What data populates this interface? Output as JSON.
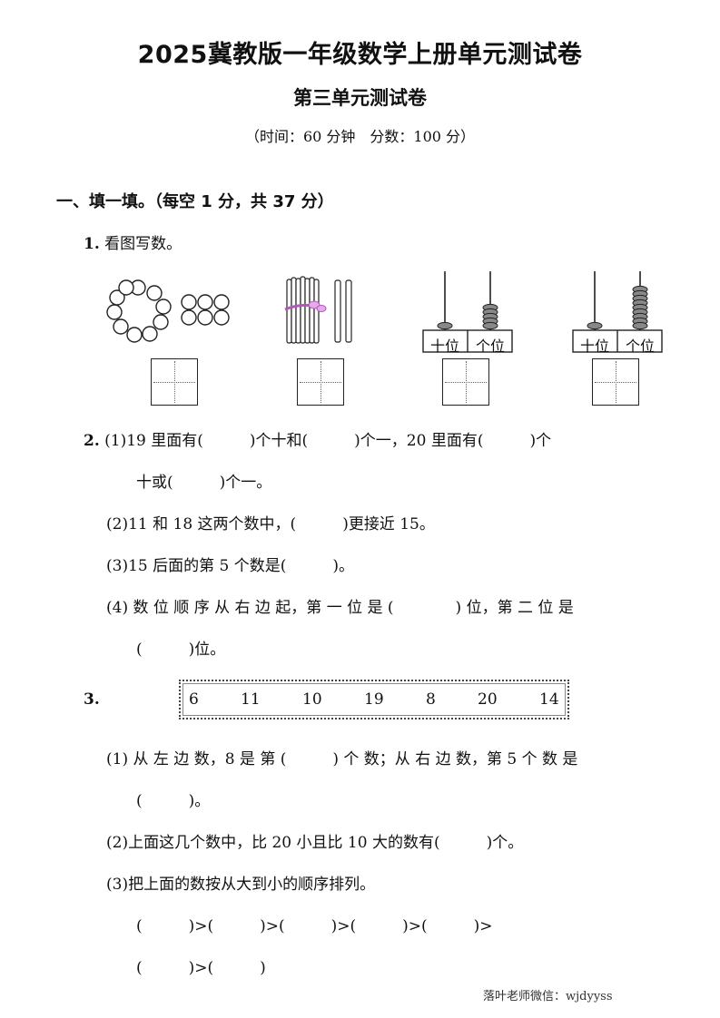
{
  "header": {
    "title": "2025冀教版一年级数学上册单元测试卷",
    "subtitle": "第三单元测试卷",
    "time_info": "（时间：60 分钟　分数：100 分）"
  },
  "section1": {
    "heading": "一、填一填。（每空 1 分，共 37 分）"
  },
  "q1": {
    "number": "1.",
    "text": "看图写数。",
    "abacus_labels": {
      "tens": "十位",
      "ones": "个位"
    }
  },
  "q2": {
    "number": "2.",
    "line1": "(1)19 里面有(　　　)个十和(　　　)个一，20 里面有(　　　)个",
    "line2": "十或(　　　)个一。",
    "line3": "(2)11 和 18 这两个数中，(　　　)更接近 15。",
    "line4": "(3)15 后面的第 5 个数是(　　　)。",
    "line5": "(4) 数 位 顺 序 从 右 边 起，第 一 位 是 (　　　　) 位，第 二 位 是",
    "line6": "(　　　)位。"
  },
  "q3": {
    "number": "3.",
    "numbers": [
      "6",
      "11",
      "10",
      "19",
      "8",
      "20",
      "14"
    ],
    "line1": "(1) 从 左 边 数，8 是 第 (　　　) 个 数；从 右 边 数，第 5 个 数 是",
    "line2": "(　　　)。",
    "line3": "(2)上面这几个数中，比 20 小且比 10 大的数有(　　　)个。",
    "line4": "(3)把上面的数按从大到小的顺序排列。",
    "line5": "(　　　)>(　　　)>(　　　)>(　　　)>(　　　)>",
    "line6": "(　　　)>(　　　)"
  },
  "footer": {
    "text": "落叶老师微信：wjdyyss"
  }
}
